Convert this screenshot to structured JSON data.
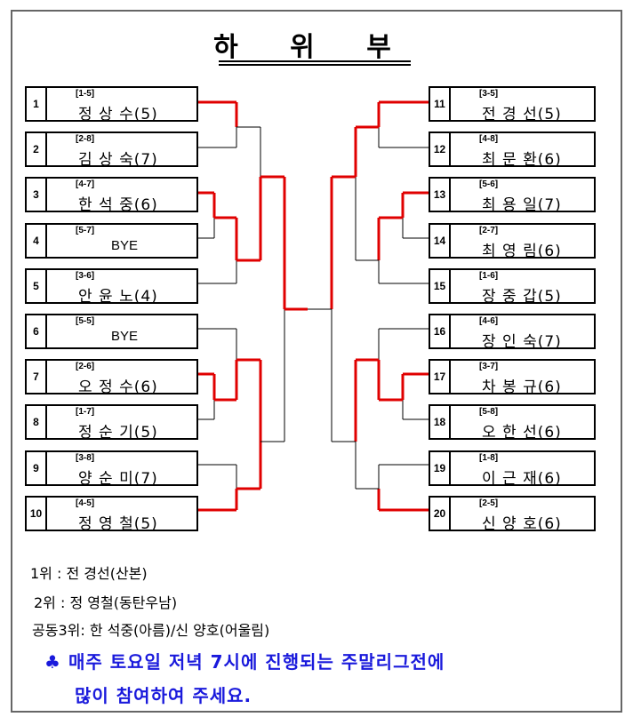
{
  "title": "하 위 부",
  "left_players": [
    {
      "num": "1",
      "seed": "[1-5]",
      "name": "정 상 수(5)"
    },
    {
      "num": "2",
      "seed": "[2-8]",
      "name": "김 상 숙(7)"
    },
    {
      "num": "3",
      "seed": "[4-7]",
      "name": "한 석 중(6)"
    },
    {
      "num": "4",
      "seed": "[5-7]",
      "name": "BYE"
    },
    {
      "num": "5",
      "seed": "[3-6]",
      "name": "안 윤 노(4)"
    },
    {
      "num": "6",
      "seed": "[5-5]",
      "name": "BYE"
    },
    {
      "num": "7",
      "seed": "[2-6]",
      "name": "오 정 수(6)"
    },
    {
      "num": "8",
      "seed": "[1-7]",
      "name": "정 순 기(5)"
    },
    {
      "num": "9",
      "seed": "[3-8]",
      "name": "양 순 미(7)"
    },
    {
      "num": "10",
      "seed": "[4-5]",
      "name": "정 영 철(5)"
    }
  ],
  "right_players": [
    {
      "num": "11",
      "seed": "[3-5]",
      "name": "전 경 선(5)"
    },
    {
      "num": "12",
      "seed": "[4-8]",
      "name": "최 문 환(6)"
    },
    {
      "num": "13",
      "seed": "[5-6]",
      "name": "최 용 일(7)"
    },
    {
      "num": "14",
      "seed": "[2-7]",
      "name": "최 영 림(6)"
    },
    {
      "num": "15",
      "seed": "[1-6]",
      "name": "장 중 갑(5)"
    },
    {
      "num": "16",
      "seed": "[4-6]",
      "name": "장 인 숙(7)"
    },
    {
      "num": "17",
      "seed": "[3-7]",
      "name": "차 봉 규(6)"
    },
    {
      "num": "18",
      "seed": "[5-8]",
      "name": "오 한 선(6)"
    },
    {
      "num": "19",
      "seed": "[1-8]",
      "name": "이 근 재(6)"
    },
    {
      "num": "20",
      "seed": "[2-5]",
      "name": "신 양 호(6)"
    }
  ],
  "results": {
    "first": "1위 : 전 경선(산본)",
    "second": "2위 : 정 영철(동탄우남)",
    "third": "공동3위: 한 석중(아름)/신 양호(어울림)"
  },
  "notice": {
    "icon": "club-icon",
    "line1": "매주 토요일 저녁 7시에 진행되는 주말리그전에",
    "line2": "많이 참여하여 주세요.",
    "color": "#1a1adc"
  },
  "colors": {
    "winner_line": "#e00000",
    "line": "#000000"
  }
}
